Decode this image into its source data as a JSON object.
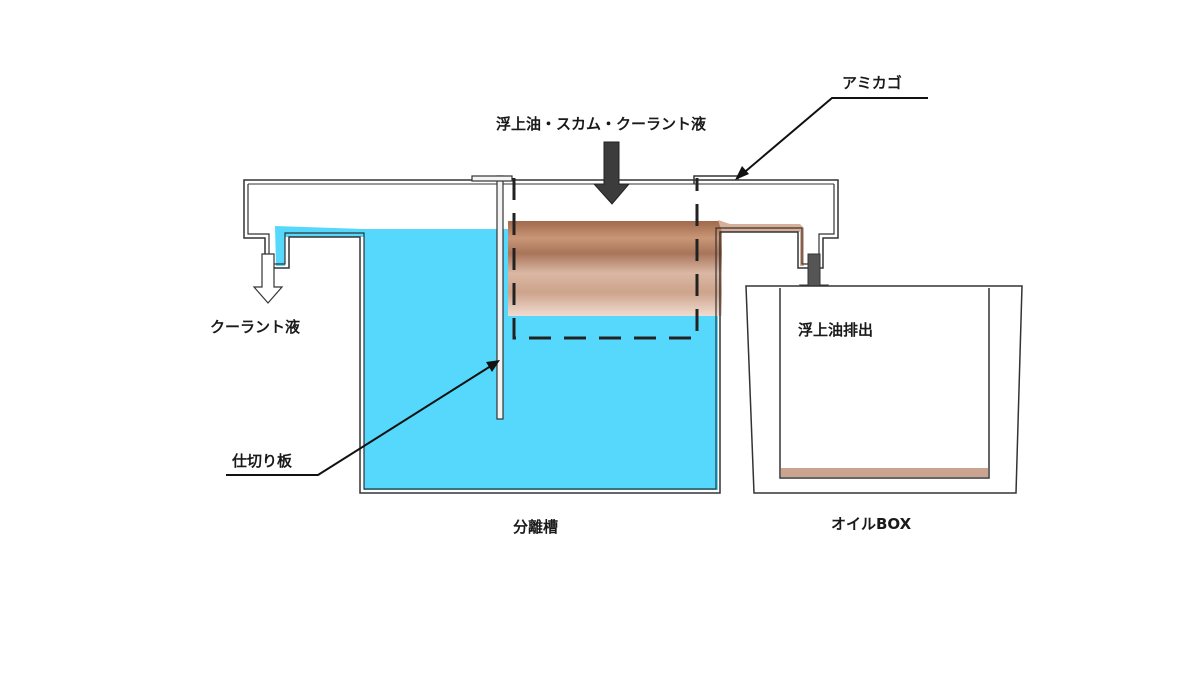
{
  "labels": {
    "floating_oil_scum_coolant": "浮上油・スカム・クーラント液",
    "mesh_basket": "アミカゴ",
    "coolant_liquid": "クーラント液",
    "floating_oil_discharge": "浮上油排出",
    "partition_plate": "仕切り板",
    "separation_tank": "分離槽",
    "oil_box": "オイルBOX"
  },
  "colors": {
    "coolant": "#55d8fc",
    "oil_dark": "#a06a4c",
    "oil_light": "#e8cdbf",
    "oil_sediment": "#caa48e",
    "outline": "#333333",
    "arrow_fill": "#3c3c3c",
    "arrow_hollow": "#ffffff",
    "leader_line": "#111111"
  }
}
